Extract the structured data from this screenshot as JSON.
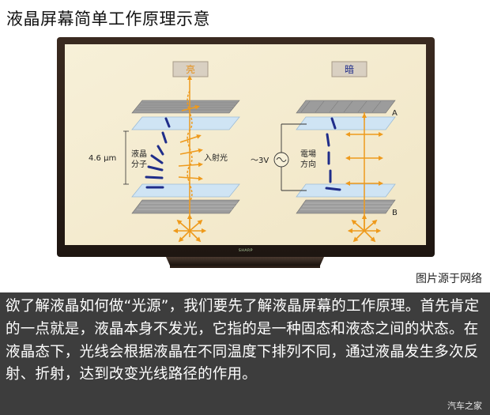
{
  "title": "液晶屏幕简单工作原理示意",
  "source_note": "图片源于网络",
  "diagram": {
    "bright_label": "亮",
    "dark_label": "暗",
    "thickness": "4.6 μm",
    "lc_molecules": "液晶\n分子",
    "incident_light": "入射光",
    "voltage": "～3V",
    "field_direction": "電場\n方向",
    "layer_a": "A",
    "layer_b": "B",
    "brand": "SHARP"
  },
  "paragraph": "欲了解液晶如何做“光源”，我们要先了解液晶屏幕的工作原理。首先肯定的一点就是，液晶本身不发光，它指的是一种固态和液态之间的状态。在液晶态下，光线会根据液晶在不同温度下排列不同，通过液晶发生多次反射、折射，达到改变光线路径的作用。",
  "watermark": "汽车之家"
}
